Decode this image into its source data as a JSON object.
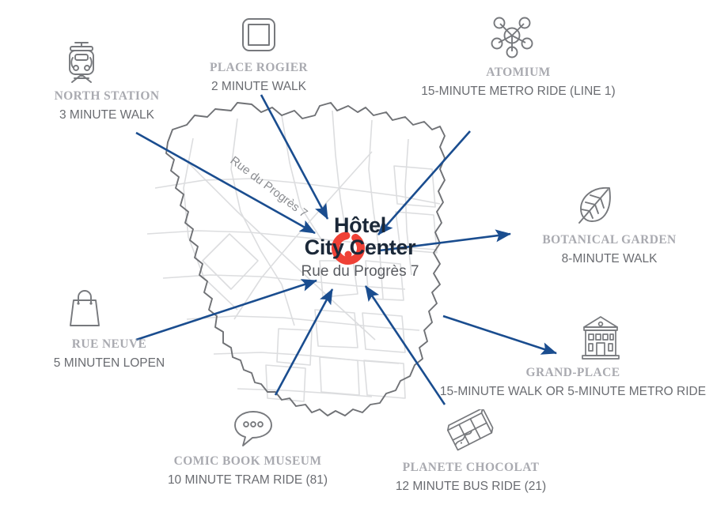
{
  "map": {
    "street_label": "Rue du Progrès 7",
    "outline_color": "#6f7175",
    "street_color": "#d9dadc",
    "arrow_color": "#1a4d8f"
  },
  "hotel": {
    "name_line1": "Hôtel",
    "name_line2": "City Center",
    "address": "Rue du Progrès 7",
    "marker_color": "#ef4136",
    "marker_icon": "circle-marker-icon"
  },
  "pois": [
    {
      "id": "north-station",
      "icon": "tram-icon",
      "title": "NORTH STATION",
      "subtitle": "3 MINUTE WALK"
    },
    {
      "id": "place-rogier",
      "icon": "square-plaza-icon",
      "title": "PLACE ROGIER",
      "subtitle": "2 MINUTE WALK"
    },
    {
      "id": "atomium",
      "icon": "atom-molecule-icon",
      "title": "ATOMIUM",
      "subtitle": "15-MINUTE METRO RIDE (LINE 1)"
    },
    {
      "id": "botanical-garden",
      "icon": "leaf-icon",
      "title": "BOTANICAL GARDEN",
      "subtitle": "8-MINUTE WALK"
    },
    {
      "id": "rue-neuve",
      "icon": "shopping-bag-icon",
      "title": "RUE NEUVE",
      "subtitle": "5 MINUTEN LOPEN"
    },
    {
      "id": "grand-place",
      "icon": "classical-building-icon",
      "title": "GRAND-PLACE",
      "subtitle": "15-MINUTE WALK OR 5-MINUTE METRO RIDE"
    },
    {
      "id": "comic-book-museum",
      "icon": "speech-bubble-icon",
      "title": "COMIC BOOK MUSEUM",
      "subtitle": "10 MINUTE TRAM RIDE (81)"
    },
    {
      "id": "planete-chocolat",
      "icon": "chocolate-bar-icon",
      "title": "PLANETE CHOCOLAT",
      "subtitle": "12 MINUTE BUS RIDE (21)"
    }
  ],
  "colors": {
    "title_grey": "#a9aab0",
    "subtitle_grey": "#6a6c71",
    "icon_grey": "#77797d",
    "hotel_dark": "#1b2838",
    "accent_red": "#ef4136",
    "accent_blue": "#1a4d8f"
  }
}
